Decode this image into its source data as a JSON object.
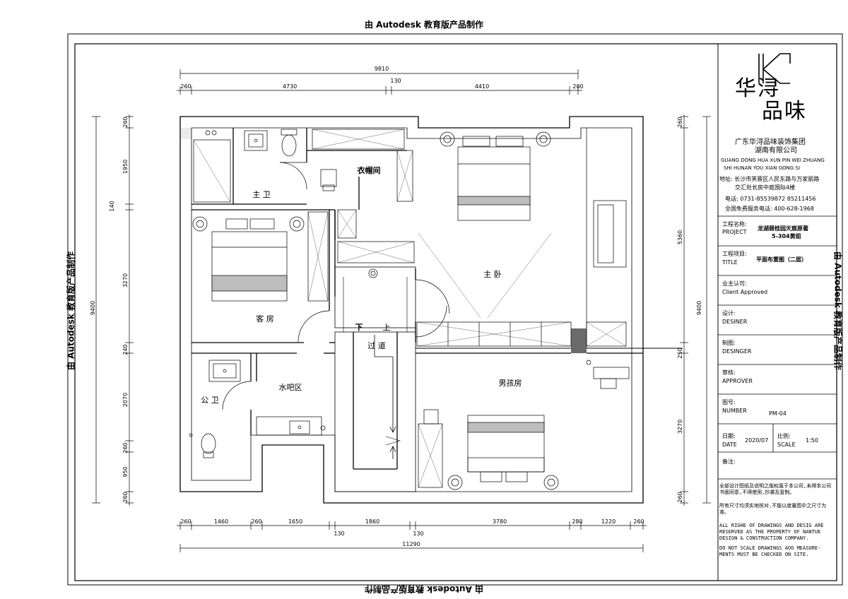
{
  "watermark": "由 Autodesk 教育版产品制作",
  "dimensions": {
    "top_total": "9810",
    "top_mid": "130",
    "top_segments": [
      "260",
      "4730",
      "4410",
      "280"
    ],
    "bottom_total": "11290",
    "bottom_segments": [
      "260",
      "1460",
      "260",
      "1650",
      "1860",
      "3780",
      "280",
      "1220",
      "260"
    ],
    "bottom_small": [
      "130",
      "130"
    ],
    "left_total": "9400",
    "left_segments": [
      "260",
      "1950",
      "140",
      "3270",
      "240",
      "2070",
      "260",
      "950",
      "260"
    ],
    "right_total": "9400",
    "right_segments": [
      "260",
      "5360",
      "250",
      "3270",
      "260"
    ]
  },
  "rooms": {
    "closet": "衣帽间",
    "master_bath": "主 卫",
    "master_bedroom": "主 卧",
    "guest_room": "客 房",
    "corridor": "过 道",
    "bar_area": "水吧区",
    "public_bath": "公 卫",
    "boys_room": "男孩房",
    "stair_down": "下",
    "stair_up": "上"
  },
  "title_block": {
    "logo_line1": "华浔",
    "logo_line2": "品味",
    "company_cn_1": "广东华浔品味装饰集团",
    "company_cn_2": "湖南有限公司",
    "company_en_1": "GUANG DONG HUA XUN PIN WEI ZHUANG",
    "company_en_2": "SHI HUNAN YOU XIAN GONG SI",
    "address_1": "地址: 长沙市芙蓉区人民东路与万家丽路",
    "address_2": "交汇处长房中庭国际4楼",
    "phone": "电话: 0731-85539872   85211456",
    "hotline": "全国免费服务电话: 400-628-1968",
    "project_label_cn": "工程名称:",
    "project_label_en": "PROJECT",
    "project_value_1": "龙湖碧桂园天宸原著",
    "project_value_2": "5-304黄姐",
    "title_label_cn": "工程项目:",
    "title_label_en": "TITLE",
    "title_value": "平面布置图（二层）",
    "client_label_cn": "业主认可:",
    "client_label_en": "Client Approved",
    "design_label_cn": "设计:",
    "design_label_en": "DESINER",
    "draw_label_cn": "制图:",
    "draw_label_en": "DESINGER",
    "approve_label_cn": "审核:",
    "approve_label_en": "APPROVER",
    "number_label_cn": "图号:",
    "number_label_en": "NUMBER",
    "number_value": "PM-04",
    "date_label_cn": "日期:",
    "date_label_en": "DATE",
    "date_value": "2020/07",
    "scale_label_cn": "比例:",
    "scale_label_en": "SCALE",
    "scale_value": "1:50",
    "remarks_label": "备注:",
    "note_cn_1": "全部设计图纸及说明之版权属于本公司,未得本公司书面同意,不得使用,抄袭及复制。",
    "note_cn_2": "所有尺寸均须实地核对,不能以度量图中之尺寸为准。",
    "note_en_1": "ALL RIGHE OF DRAWINGS AND DESIG ARE RESERVED AS THE PROPERTY OF NANTUE DESIGN & CONSTRUCTION COMPANY.",
    "note_en_2": "DO NOT SCALE DRAWINGS AOO MEASURE-MENTS MUST BE CHECKED ON SITE."
  }
}
